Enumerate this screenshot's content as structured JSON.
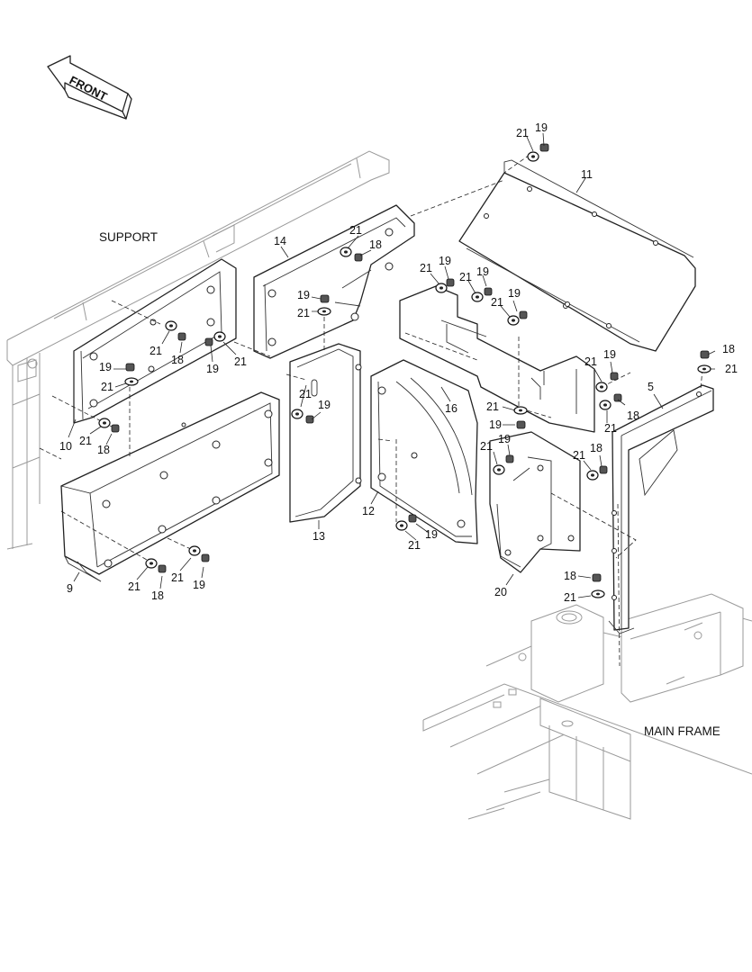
{
  "labels": {
    "front": "FRONT",
    "support": "SUPPORT",
    "main_frame": "MAIN FRAME"
  },
  "callouts": [
    {
      "id": "c01",
      "text": "21"
    },
    {
      "id": "c02",
      "text": "19"
    },
    {
      "id": "c03",
      "text": "11"
    },
    {
      "id": "c04",
      "text": "14"
    },
    {
      "id": "c05",
      "text": "21"
    },
    {
      "id": "c06",
      "text": "18"
    },
    {
      "id": "c07",
      "text": "21"
    },
    {
      "id": "c08",
      "text": "19"
    },
    {
      "id": "c09",
      "text": "21"
    },
    {
      "id": "c10",
      "text": "19"
    },
    {
      "id": "c11",
      "text": "21"
    },
    {
      "id": "c12",
      "text": "19"
    },
    {
      "id": "c13",
      "text": "19"
    },
    {
      "id": "c14",
      "text": "21"
    },
    {
      "id": "c15",
      "text": "21"
    },
    {
      "id": "c16",
      "text": "18"
    },
    {
      "id": "c17",
      "text": "19"
    },
    {
      "id": "c18",
      "text": "21"
    },
    {
      "id": "c19",
      "text": "19"
    },
    {
      "id": "c20",
      "text": "21"
    },
    {
      "id": "c21",
      "text": "21"
    },
    {
      "id": "c22",
      "text": "19"
    },
    {
      "id": "c23",
      "text": "10"
    },
    {
      "id": "c24",
      "text": "21"
    },
    {
      "id": "c25",
      "text": "18"
    },
    {
      "id": "c26",
      "text": "16"
    },
    {
      "id": "c27",
      "text": "21"
    },
    {
      "id": "c28",
      "text": "19"
    },
    {
      "id": "c29",
      "text": "21"
    },
    {
      "id": "c30",
      "text": "19"
    },
    {
      "id": "c31",
      "text": "21"
    },
    {
      "id": "c32",
      "text": "18"
    },
    {
      "id": "c33",
      "text": "18"
    },
    {
      "id": "c34",
      "text": "21"
    },
    {
      "id": "c35",
      "text": "5"
    },
    {
      "id": "c36",
      "text": "19"
    },
    {
      "id": "c37",
      "text": "21"
    },
    {
      "id": "c38",
      "text": "18"
    },
    {
      "id": "c39",
      "text": "21"
    },
    {
      "id": "c40",
      "text": "12"
    },
    {
      "id": "c41",
      "text": "13"
    },
    {
      "id": "c42",
      "text": "19"
    },
    {
      "id": "c43",
      "text": "21"
    },
    {
      "id": "c44",
      "text": "9"
    },
    {
      "id": "c45",
      "text": "21"
    },
    {
      "id": "c46",
      "text": "18"
    },
    {
      "id": "c47",
      "text": "21"
    },
    {
      "id": "c48",
      "text": "19"
    },
    {
      "id": "c49",
      "text": "18"
    },
    {
      "id": "c50",
      "text": "21"
    },
    {
      "id": "c51",
      "text": "20"
    }
  ]
}
